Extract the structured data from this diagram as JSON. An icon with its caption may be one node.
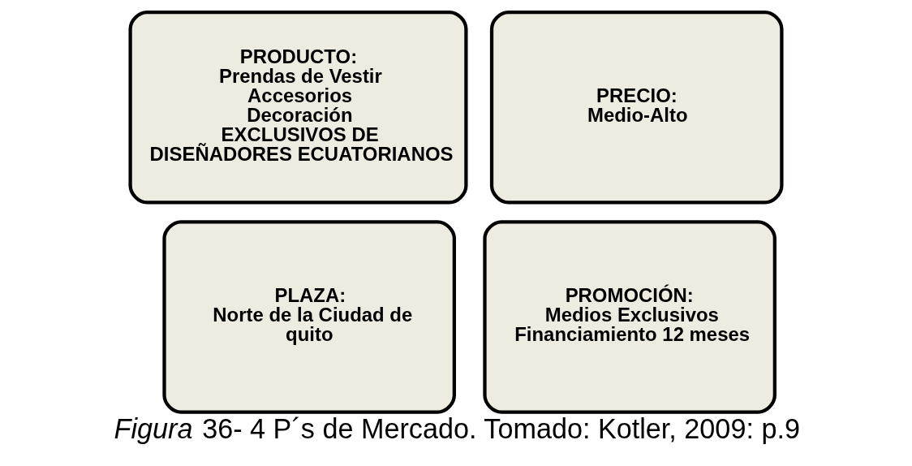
{
  "diagram": {
    "caption": "*Figura* 36- 4 P´s de Mercado. Tomado: Kotler, 2009: p.9",
    "nodes": [
      {
        "text": [
          "PRODUCTO:",
          "Prendas de Vestir",
          "Accesorios",
          "Decoración",
          "EXCLUSIVOS DE DISEÑADORES ECUATORIANOS"
        ]
      },
      {
        "text": [
          "PRECIO:",
          "Medio-Alto"
        ]
      },
      {
        "text": [
          "PLAZA:",
          "Norte de la Ciudad de quito"
        ]
      },
      {
        "text": [
          "PROMOCIÓN:",
          "Medios Exclusivos",
          "Financiamiento 12 meses"
        ]
      }
    ],
    "edges": []
  }
}
